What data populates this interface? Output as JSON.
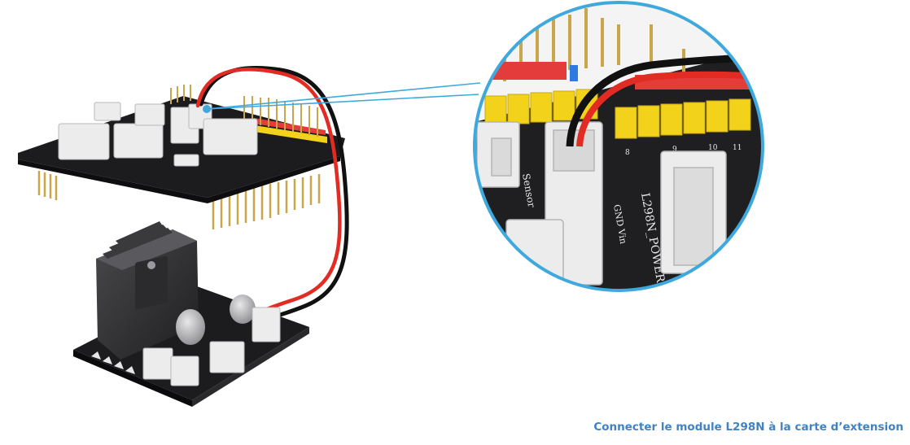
{
  "caption": "Connecter le module L298N à la carte d’extension",
  "silkscreen": {
    "header_label": "L298N_POWER",
    "gnd_vin": "GND Vin",
    "sensor": "Sensor",
    "pin_numbers": [
      "8",
      "9",
      "10",
      "11"
    ]
  },
  "colors": {
    "background": "#ffffff",
    "pcb": "#1c1c1f",
    "header_yellow": "#f2d21a",
    "header_red": "#e43b3b",
    "header_blue": "#2d7be0",
    "pins": "#caa64a",
    "connector": "#ececec",
    "wire_red": "#e22b22",
    "wire_black": "#111111",
    "callout_ring": "#3fa9dd",
    "caption": "#3f83c4"
  }
}
